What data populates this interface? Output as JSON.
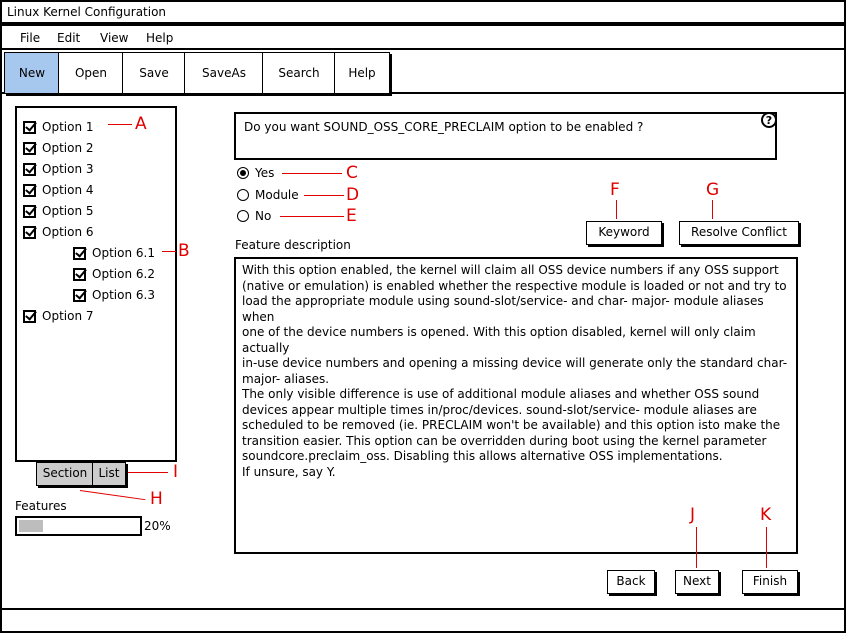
{
  "window": {
    "title": "Linux Kernel Configuration"
  },
  "menu": [
    "File",
    "Edit",
    "View",
    "Help"
  ],
  "toolbar": {
    "buttons": [
      "New",
      "Open",
      "Save",
      "SaveAs",
      "Search",
      "Help"
    ],
    "active": "New"
  },
  "tree": {
    "items": [
      "Option 1",
      "Option 2",
      "Option 3",
      "Option 4",
      "Option 5",
      "Option 6",
      "Option 6.1",
      "Option 6.2",
      "Option 6.3",
      "Option 7"
    ],
    "tabs": [
      "Section",
      "List"
    ]
  },
  "features": {
    "label": "Features",
    "percent_text": "20%",
    "progress": 0.2
  },
  "question": {
    "text": "Do you want SOUND_OSS_CORE_PRECLAIM option to be enabled ?",
    "help_icon_text": "?"
  },
  "choices": [
    {
      "label": "Yes",
      "selected": true
    },
    {
      "label": "Module",
      "selected": false
    },
    {
      "label": "No",
      "selected": false
    }
  ],
  "buttons": {
    "keyword": "Keyword",
    "resolve": "Resolve Conflict",
    "back": "Back",
    "next": "Next",
    "finish": "Finish"
  },
  "description": {
    "label": "Feature description",
    "text": "With this option enabled, the kernel will claim all OSS device numbers if any OSS support\n(native or emulation) is enabled whether the respective module is loaded or not and try to\nload the appropriate module using sound-slot/service- and char- major- module aliases when\none of the device numbers is opened. With this option disabled, kernel will only claim actually\nin-use device numbers and opening a missing device will generate only the standard char-\nmajor- aliases.\nThe only visible difference is use of additional module aliases and whether OSS sound\ndevices appear multiple times in/proc/devices. sound-slot/service- module aliases are\nscheduled to be removed (ie. PRECLAIM won't be available) and this option isto make the\ntransition easier. This option can be overridden during boot using the kernel parameter\nsoundcore.preclaim_oss. Disabling this allows alternative OSS implementations.\nIf unsure, say Y."
  },
  "annotations": [
    "A",
    "B",
    "C",
    "D",
    "E",
    "F",
    "G",
    "H",
    "I",
    "J",
    "K"
  ],
  "colors": {
    "annotation": "#e00000",
    "active_button": "#a7c8ee",
    "tab_bg": "#cccccc"
  }
}
